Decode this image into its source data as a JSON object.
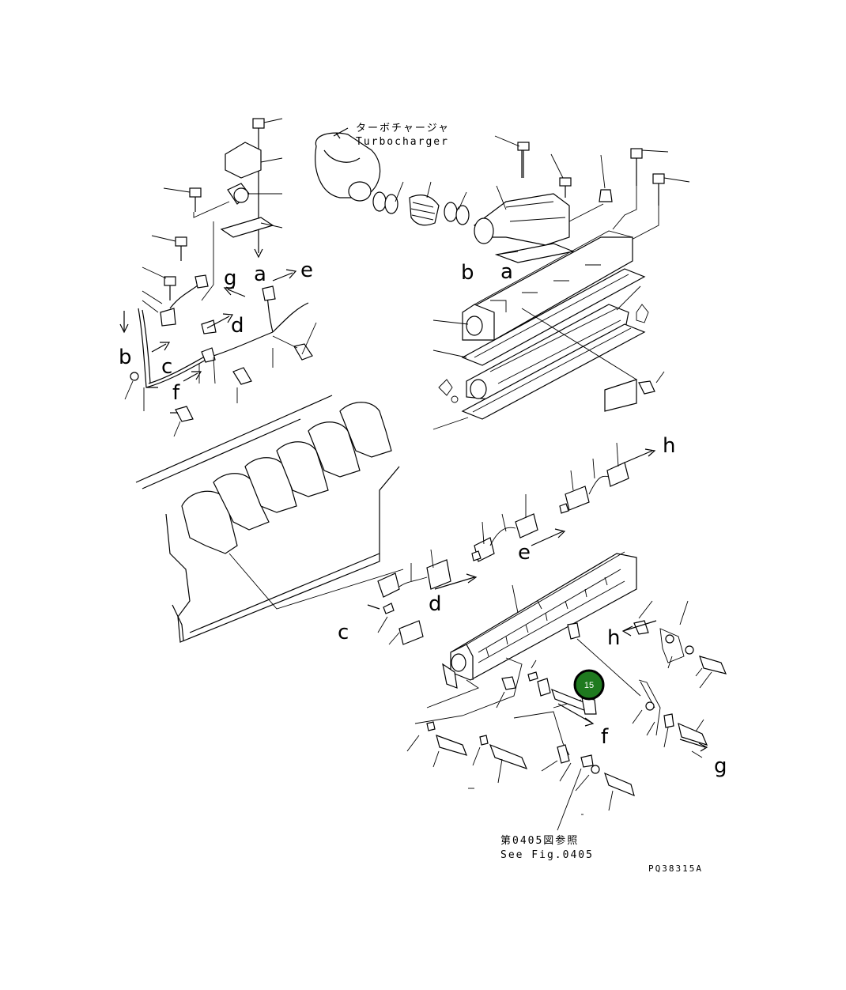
{
  "callouts": {
    "turbocharger_jp": "ターボチャージャ",
    "turbocharger_en": "Turbocharger",
    "see_fig_jp": "第0405図参照",
    "see_fig_en": "See Fig.0405",
    "drawing_code": "PQ38315A"
  },
  "letters": {
    "a": "a",
    "b": "b",
    "c": "c",
    "d": "d",
    "e": "e",
    "f": "f",
    "g": "g",
    "h": "h"
  },
  "highlight": {
    "number": "15",
    "fill_color": "#1f7a1f",
    "ring_color": "#000000"
  }
}
